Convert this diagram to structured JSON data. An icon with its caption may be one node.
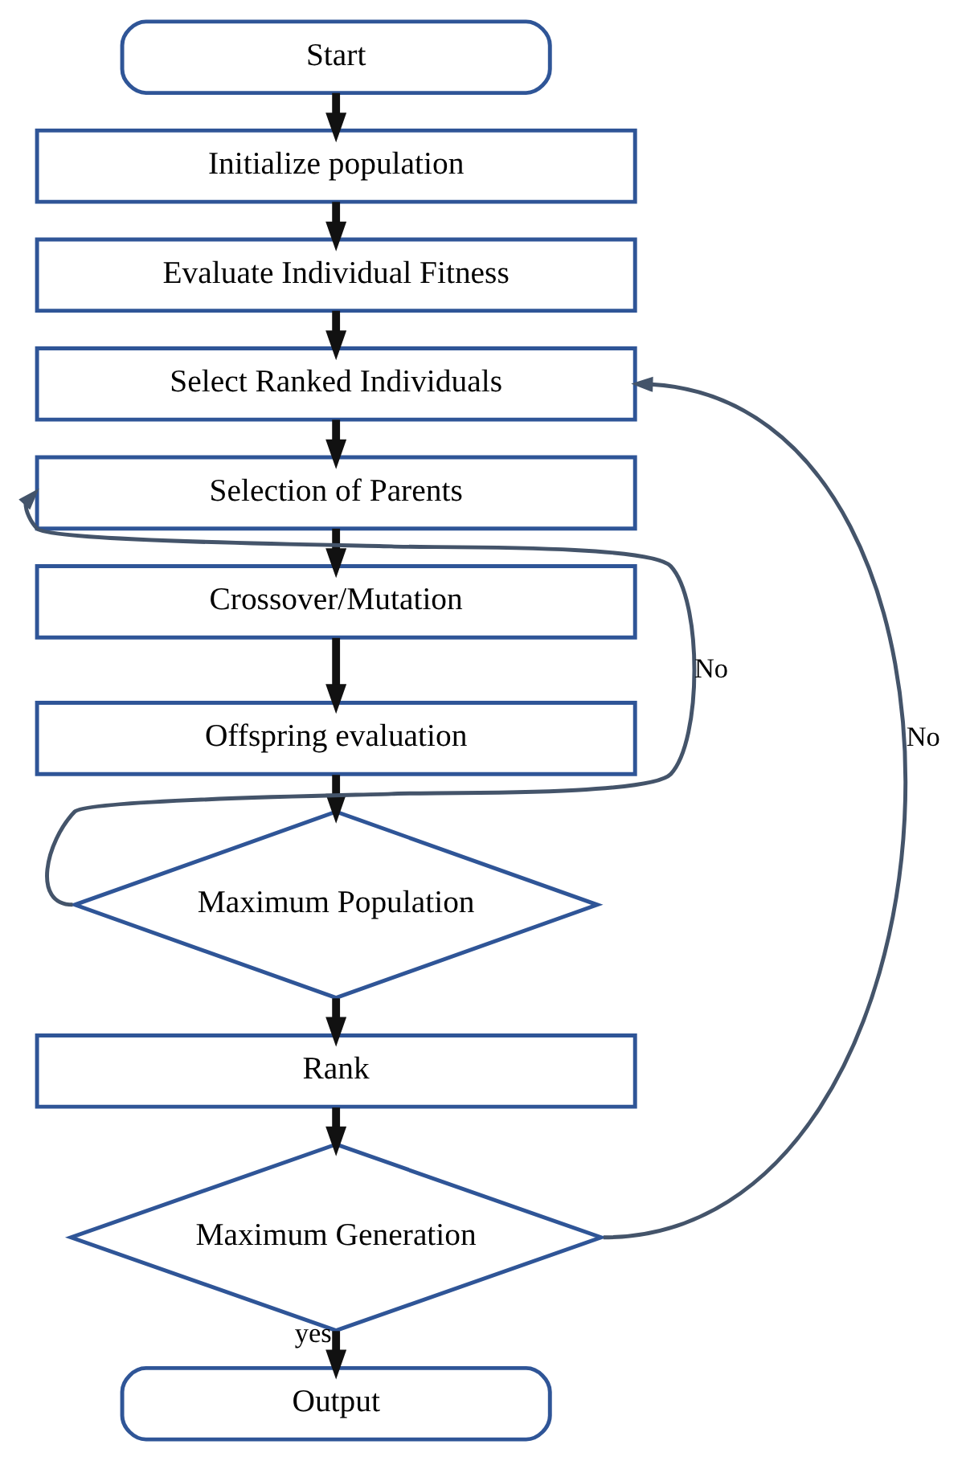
{
  "diagram": {
    "nodes": [
      {
        "text": [
          "Start"
        ]
      },
      {
        "text": [
          "Initialize population"
        ]
      },
      {
        "text": [
          "Evaluate Individual Fitness"
        ]
      },
      {
        "text": [
          "Select Ranked Individuals"
        ]
      },
      {
        "text": [
          "Selection of Parents"
        ]
      },
      {
        "text": [
          "Crossover/Mutation"
        ]
      },
      {
        "text": [
          "Offspring evaluation"
        ]
      },
      {
        "text": [
          "Maximum Population"
        ]
      },
      {
        "text": [
          "Rank"
        ]
      },
      {
        "text": [
          "Maximum Generation"
        ]
      },
      {
        "text": [
          "Output"
        ]
      }
    ],
    "edges": [
      {
        "from": 0,
        "to": 1,
        "arrow": "to"
      },
      {
        "from": 1,
        "to": 2,
        "arrow": "to"
      },
      {
        "from": 2,
        "to": 3,
        "arrow": "to"
      },
      {
        "from": 3,
        "to": 4,
        "arrow": "to"
      },
      {
        "from": 4,
        "to": 5,
        "arrow": "to"
      },
      {
        "from": 5,
        "to": 6,
        "arrow": "to"
      },
      {
        "from": 6,
        "to": 7,
        "arrow": "to"
      },
      {
        "from": 7,
        "to": 4,
        "arrow": "to",
        "label": "No",
        "color": "#44546a"
      },
      {
        "from": 7,
        "to": 8,
        "arrow": "to"
      },
      {
        "from": 8,
        "to": 9,
        "arrow": "to"
      },
      {
        "from": 9,
        "to": 3,
        "arrow": "to",
        "label": "No",
        "color": "#44546a"
      },
      {
        "from": 9,
        "to": 10,
        "arrow": "to",
        "label": "yes"
      }
    ]
  }
}
